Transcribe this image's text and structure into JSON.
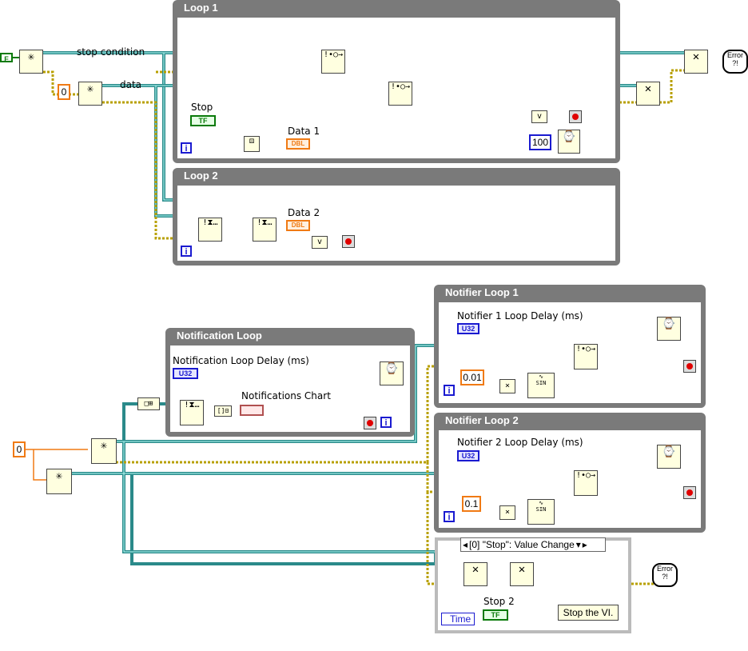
{
  "loops": {
    "loop1": {
      "title": "Loop 1"
    },
    "loop2": {
      "title": "Loop 2"
    },
    "notification": {
      "title": "Notification Loop"
    },
    "notifier1": {
      "title": "Notifier Loop 1"
    },
    "notifier2": {
      "title": "Notifier Loop 2"
    }
  },
  "labels": {
    "stop_condition": "stop condition",
    "data": "data",
    "stop": "Stop",
    "data1": "Data 1",
    "data2": "Data 2",
    "notification_delay": "Notification Loop Delay (ms)",
    "notifications_chart": "Notifications Chart",
    "notifier1_delay": "Notifier 1 Loop Delay (ms)",
    "notifier2_delay": "Notifier 2 Loop Delay (ms)",
    "stop2": "Stop 2",
    "stop_vi": "Stop the VI.",
    "event_case": "[0] \"Stop\": Value Change",
    "time": "Time"
  },
  "constants": {
    "false_const": "F",
    "zero1": "0",
    "zero2": "0",
    "wait_100": "100",
    "mult1": "0.01",
    "mult2": "0.1"
  },
  "terminals": {
    "tf": "TF",
    "dbl": "DBL",
    "u32": "U32",
    "iter": "i",
    "sin": "SIN",
    "error": "Error ?!"
  },
  "colors": {
    "loop_frame": "#7a7a7a",
    "boolean_wire": "#0a7a0a",
    "numeric_wire": "#f07a14",
    "integer_wire": "#1a1ad0",
    "refnum_wire": "#2a8a8a",
    "error_wire": "#b8a000"
  }
}
